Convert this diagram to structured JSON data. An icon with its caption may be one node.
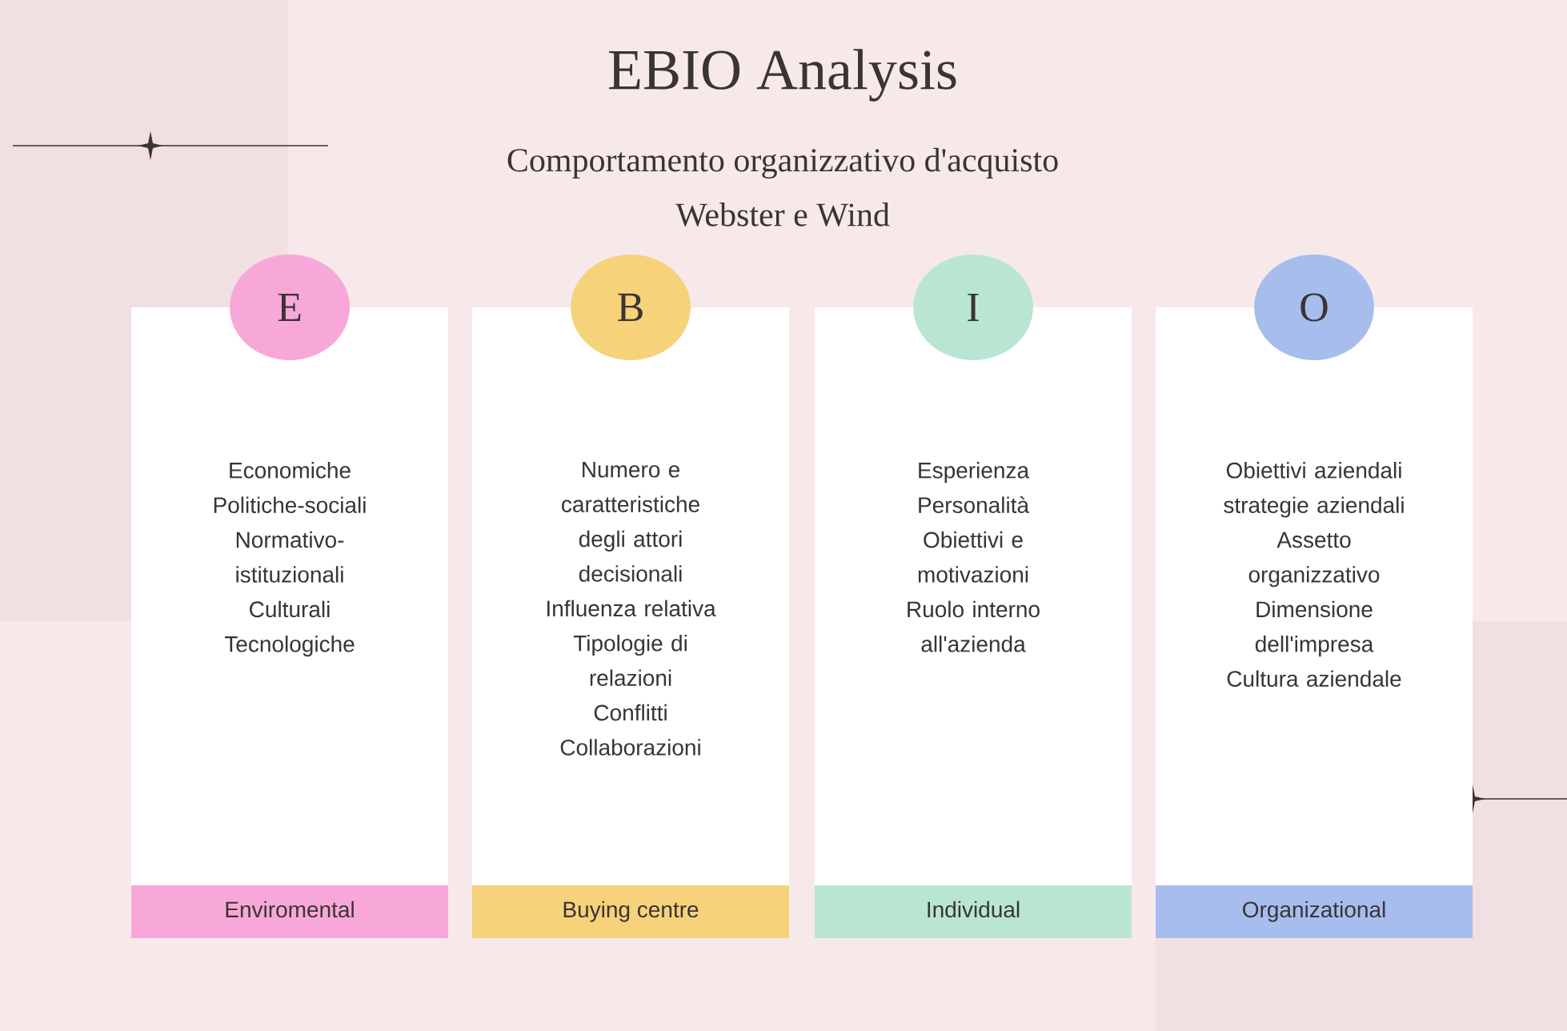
{
  "diagram": {
    "title": "EBIO Analysis",
    "nodes": [
      {
        "text": [
          "E"
        ]
      },
      {
        "text": [
          "Economiche",
          "Politiche-sociali",
          "Normativo-istituzionali",
          "Culturali",
          "Tecnologiche"
        ]
      },
      {
        "text": [
          "Enviromental"
        ],
        "in": 1
      },
      {
        "text": [
          "B"
        ]
      },
      {
        "text": [
          "Numero e caratteristiche degli attori decisionali",
          "Influenza relativa",
          "Tipologie di relazioni",
          "Conflitti",
          "Collaborazioni"
        ]
      },
      {
        "text": [
          "Buying centre"
        ],
        "in": 4
      },
      {
        "text": [
          "I"
        ]
      },
      {
        "text": [
          "Esperienza",
          "Personalità",
          "Obiettivi e motivazioni",
          "Ruolo interno all'azienda"
        ]
      },
      {
        "text": [
          "Individual"
        ],
        "in": 7
      },
      {
        "text": [
          "O"
        ]
      },
      {
        "text": [
          "Obiettivi aziendali",
          "strategie aziendali",
          "Assetto organizzativo",
          "Dimensione dell'impresa",
          "Cultura aziendale"
        ]
      },
      {
        "text": [
          "Organizational"
        ],
        "in": 10
      }
    ],
    "labels": [
      "Comportamento organizzativo d'acquisto",
      "Webster e Wind"
    ]
  }
}
